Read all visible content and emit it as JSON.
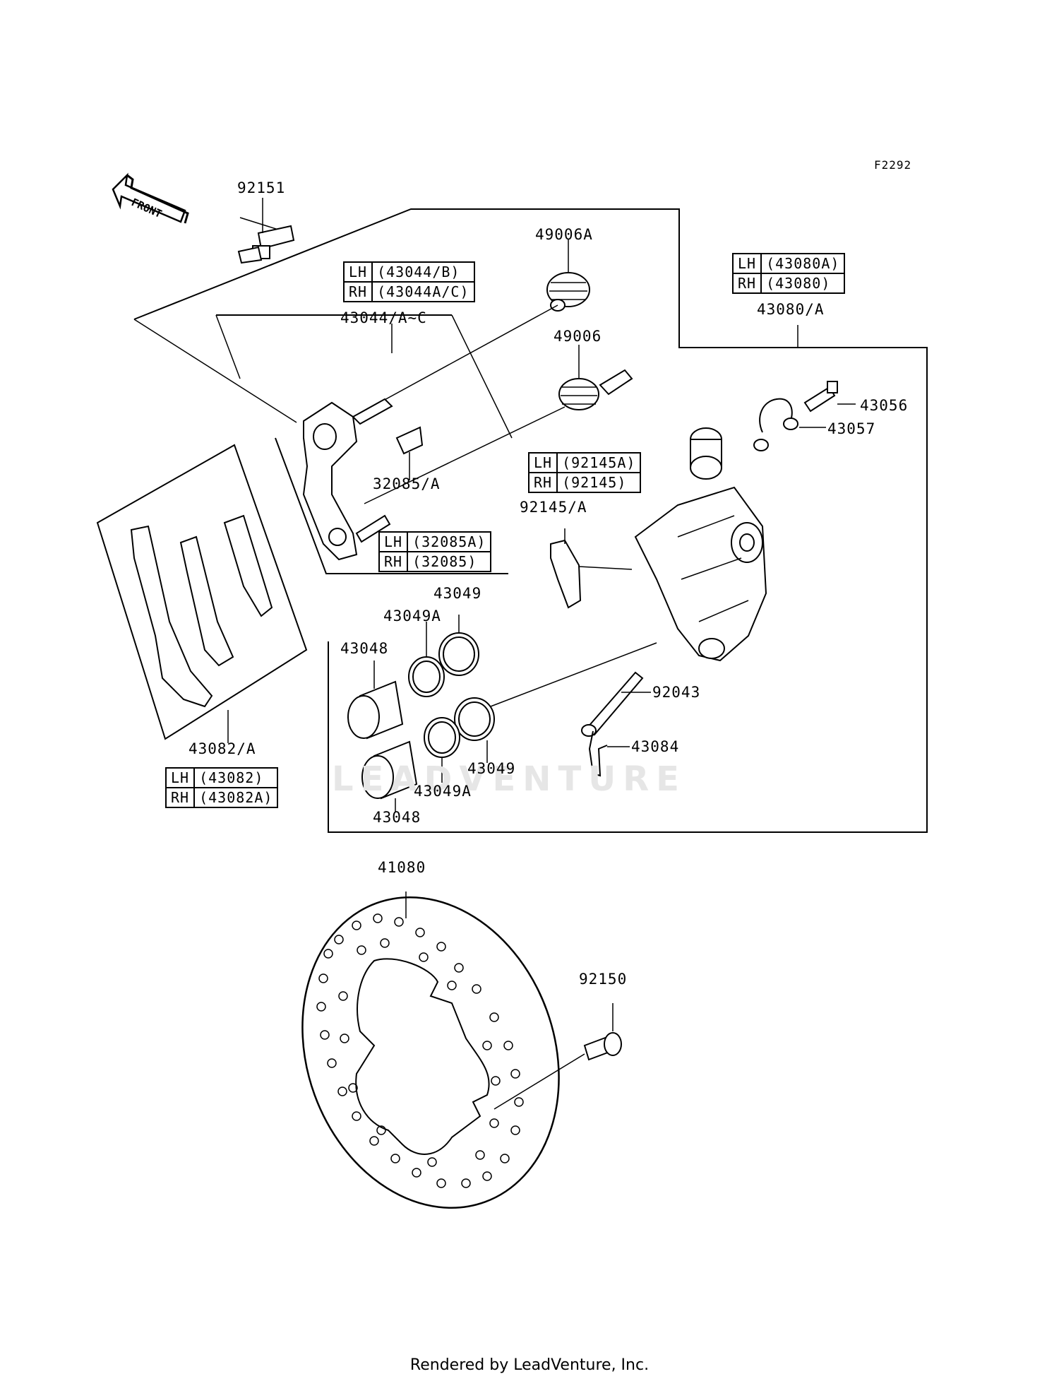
{
  "figure_id": "F2292",
  "front_label": "FRONT",
  "watermark": "LEADVENTURE",
  "footer": "Rendered by LeadVenture, Inc.",
  "parts": {
    "p92151": "92151",
    "p49006A": "49006A",
    "p43044": "43044/A~C",
    "p49006": "49006",
    "p43080": "43080/A",
    "p43056": "43056",
    "p43057": "43057",
    "p32085": "32085/A",
    "p92145": "92145/A",
    "p43049_top": "43049",
    "p43049A_top": "43049A",
    "p43048_top": "43048",
    "p92043": "92043",
    "p43084": "43084",
    "p43049_bot": "43049",
    "p43049A_bot": "43049A",
    "p43048_bot": "43048",
    "p43082": "43082/A",
    "p41080": "41080",
    "p92150": "92150"
  },
  "tables": {
    "t43044": {
      "lh_side": "LH",
      "lh_part": "(43044/B)",
      "rh_side": "RH",
      "rh_part": "(43044A/C)"
    },
    "t43080": {
      "lh_side": "LH",
      "lh_part": "(43080A)",
      "rh_side": "RH",
      "rh_part": "(43080)"
    },
    "t92145": {
      "lh_side": "LH",
      "lh_part": "(92145A)",
      "rh_side": "RH",
      "rh_part": "(92145)"
    },
    "t32085": {
      "lh_side": "LH",
      "lh_part": "(32085A)",
      "rh_side": "RH",
      "rh_part": "(32085)"
    },
    "t43082": {
      "lh_side": "LH",
      "lh_part": "(43082)",
      "rh_side": "RH",
      "rh_part": "(43082A)"
    }
  }
}
